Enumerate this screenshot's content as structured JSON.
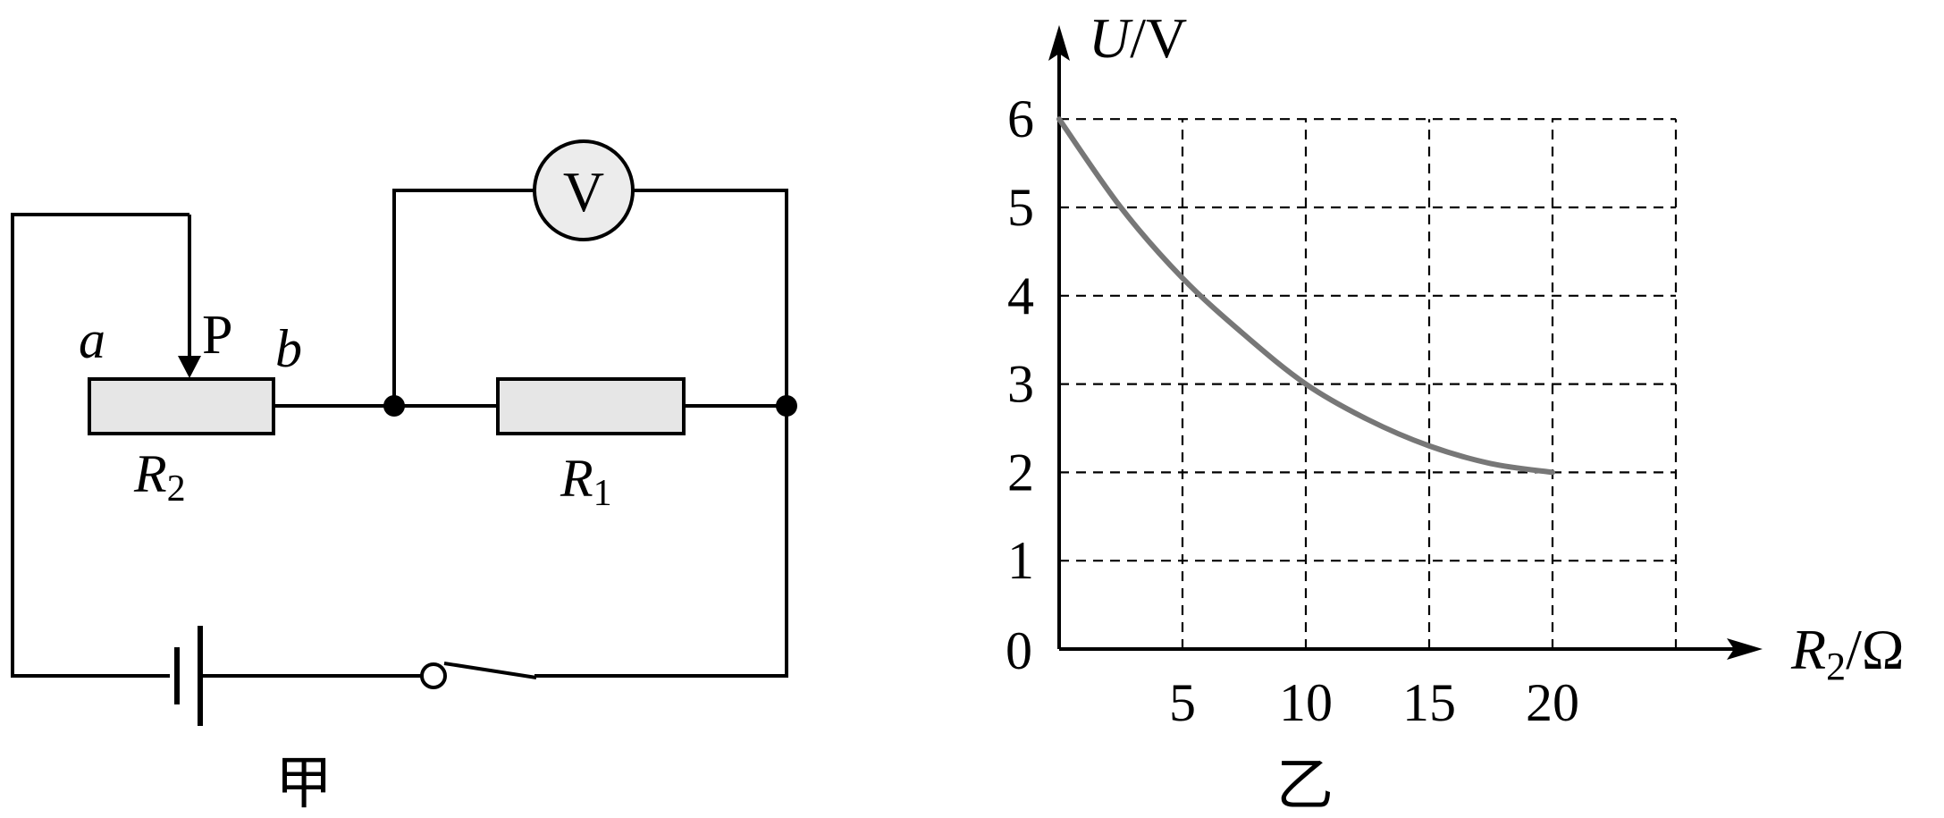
{
  "circuit": {
    "slider_label": "P",
    "end_a": "a",
    "end_b": "b",
    "r2_letter": "R",
    "r2_sub": "2",
    "r1_letter": "R",
    "r1_sub": "1",
    "meter_label": "V",
    "caption": "甲"
  },
  "graph": {
    "caption": "乙",
    "y_axis_var": "U",
    "y_axis_unit": "/V",
    "x_axis_var": "R",
    "x_axis_sub": "2",
    "x_axis_unit": "/Ω",
    "origin_label": "0",
    "colors": {
      "curve": "#777777"
    }
  },
  "chart_data": {
    "type": "line",
    "xlabel": "R2 /Ω",
    "ylabel": "U/V",
    "xlim": [
      0,
      25
    ],
    "ylim": [
      0,
      6
    ],
    "x_ticks": [
      "5",
      "10",
      "15",
      "20"
    ],
    "y_ticks": [
      "1",
      "2",
      "3",
      "4",
      "5",
      "6"
    ],
    "grid": true,
    "grid_style": "dashed",
    "series": [
      {
        "x": [
          0,
          2.5,
          5,
          7.5,
          10,
          12.5,
          15,
          17.5,
          20
        ],
        "y": [
          6,
          5.0,
          4.2,
          3.56,
          3.0,
          2.6,
          2.3,
          2.1,
          2.0
        ]
      }
    ]
  }
}
